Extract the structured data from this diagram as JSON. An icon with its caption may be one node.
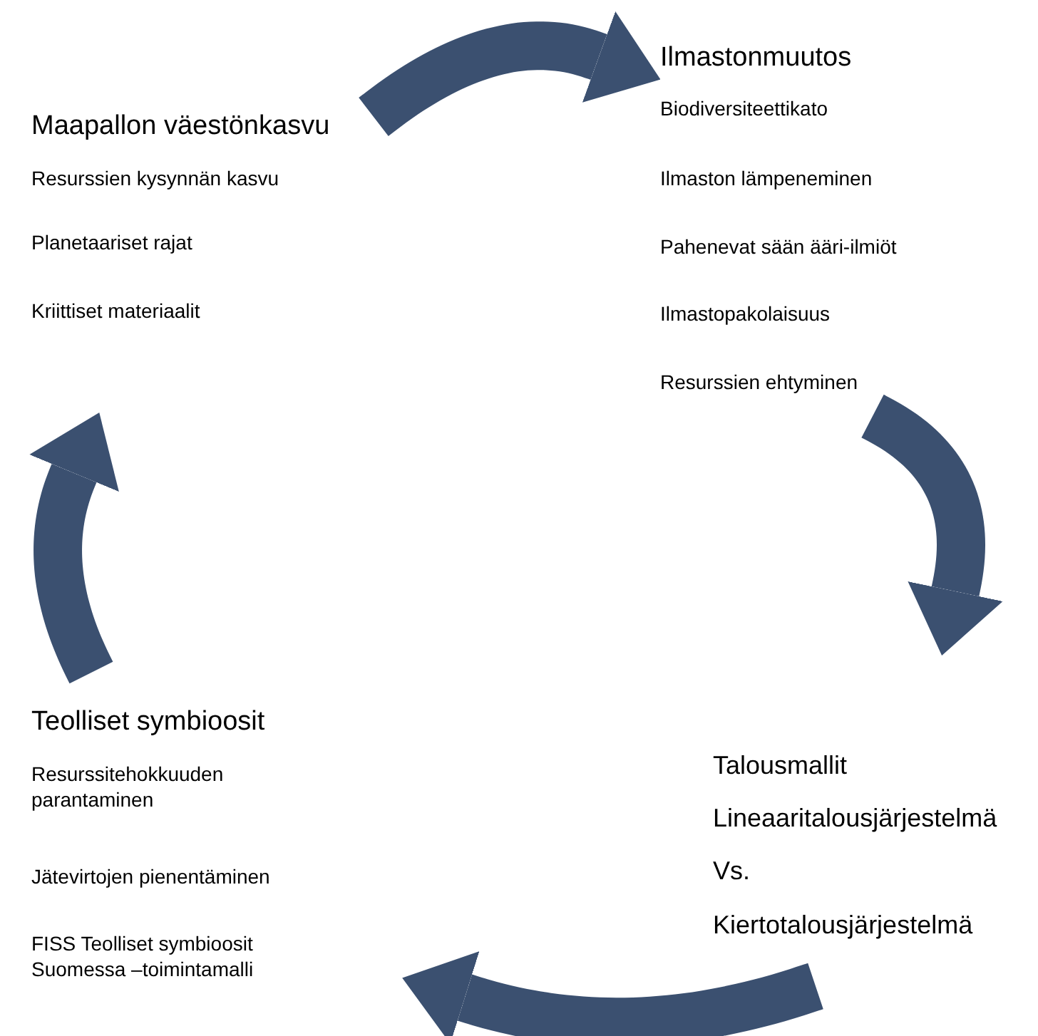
{
  "diagram": {
    "nodes": [
      {
        "text": [
          "Maapallon väestönkasvu",
          "Resurssien kysynnän kasvu",
          "Planetaariset rajat",
          "Kriittiset materiaalit"
        ]
      },
      {
        "text": [
          "Ilmastonmuutos",
          "Biodiversiteettikato",
          "Ilmaston lämpeneminen",
          "Pahenevat sään ääri-ilmiöt",
          "Ilmastopakolaisuus",
          "Resurssien ehtyminen"
        ]
      },
      {
        "text": [
          "Talousmallit",
          "Lineaaritalousjärjestelmä",
          "Vs.",
          "Kiertotalousjärjestelmä"
        ]
      },
      {
        "text": [
          "Teolliset symbioosit",
          "Resurssitehokkuuden parantaminen",
          "Jätevirtojen pienentäminen",
          "FISS Teolliset symbioosit Suomessa –toimintamalli"
        ]
      }
    ],
    "edges": [
      {
        "from": 0,
        "to": 1,
        "arrow": "to"
      },
      {
        "from": 1,
        "to": 2,
        "arrow": "to"
      },
      {
        "from": 2,
        "to": 3,
        "arrow": "to"
      },
      {
        "from": 3,
        "to": 0,
        "arrow": "to"
      }
    ]
  }
}
